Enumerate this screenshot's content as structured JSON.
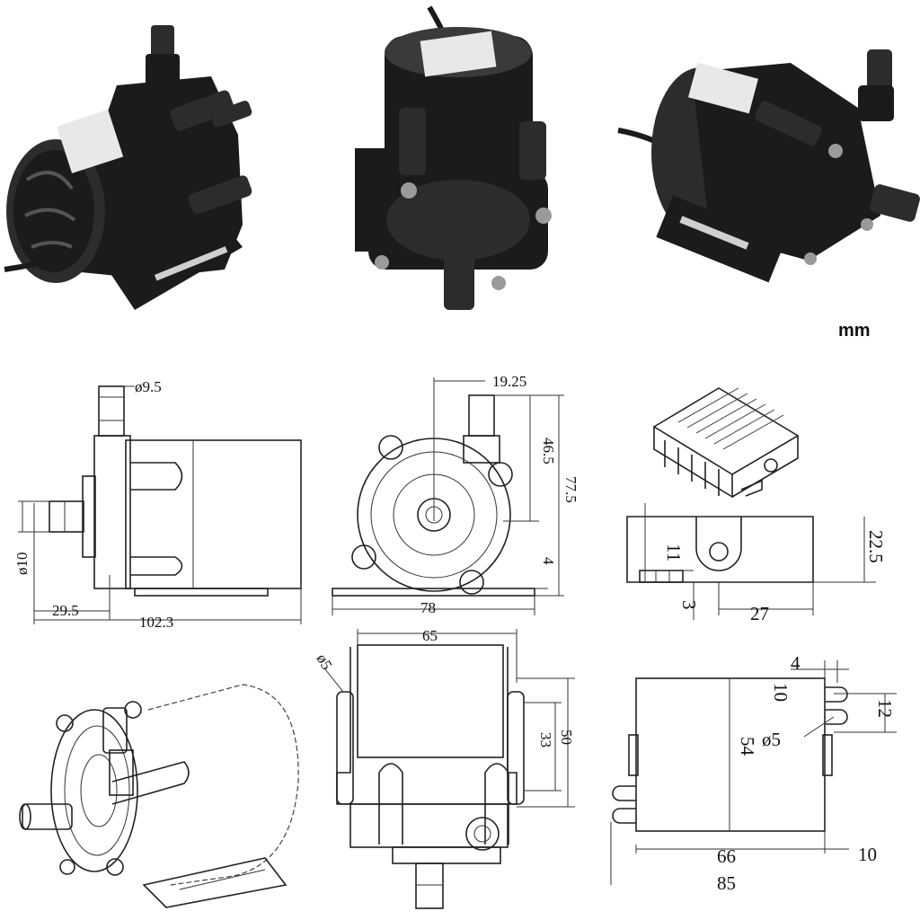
{
  "unit_label": "mm",
  "side_view": {
    "d_outlet": "ø9.5",
    "d_inlet": "ø10",
    "offset": "29.5",
    "length": "102.3"
  },
  "front_view": {
    "offset": "19.25",
    "upper": "46.5",
    "height": "77.5",
    "base": "4",
    "width": "78"
  },
  "top_view": {
    "d_hole": "ø5",
    "width": "65",
    "inner": "33",
    "depth": "50"
  },
  "controller_side": {
    "h1": "11",
    "h2": "22.5",
    "a": "3",
    "b": "27"
  },
  "controller_top": {
    "tab": "4",
    "slot": "10",
    "d_hole": "ø5",
    "gap": "12",
    "height": "54",
    "width": "66",
    "ext": "10",
    "total": "85"
  },
  "colors": {
    "pump_body": "#1b1b1b",
    "label": "#e8e8e8",
    "line": "#222222"
  }
}
